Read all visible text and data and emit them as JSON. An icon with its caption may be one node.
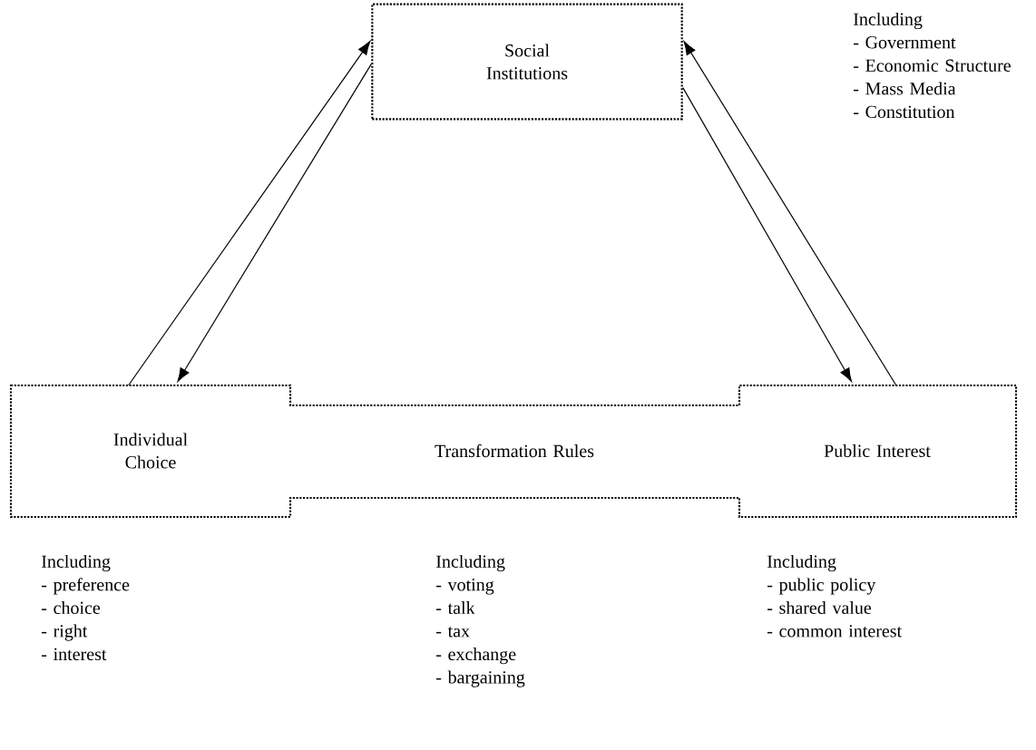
{
  "diagram": {
    "nodes": [
      {
        "text": [
          "Social Institutions"
        ],
        "beside": [
          "Including",
          "- Government",
          "- Economic Structure",
          "- Mass Media",
          "- Constitution"
        ]
      },
      {
        "text": [
          "Individual Choice"
        ],
        "beside": [
          "Including",
          "- preference",
          "- choice",
          "- right",
          "- interest"
        ]
      },
      {
        "text": [
          "Transformation Rules"
        ],
        "beside": [
          "Including",
          "- voting",
          "- talk",
          "- tax",
          "- exchange",
          "- bargaining"
        ]
      },
      {
        "text": [
          "Public Interest"
        ],
        "beside": [
          "Including",
          "- public policy",
          "- shared value",
          "- common interest"
        ]
      }
    ],
    "edges": [
      {
        "from": 1,
        "to": 0,
        "arrow": "to"
      },
      {
        "from": 0,
        "to": 1,
        "arrow": "to"
      },
      {
        "from": 0,
        "to": 3,
        "arrow": "to"
      },
      {
        "from": 3,
        "to": 0,
        "arrow": "to"
      }
    ]
  }
}
